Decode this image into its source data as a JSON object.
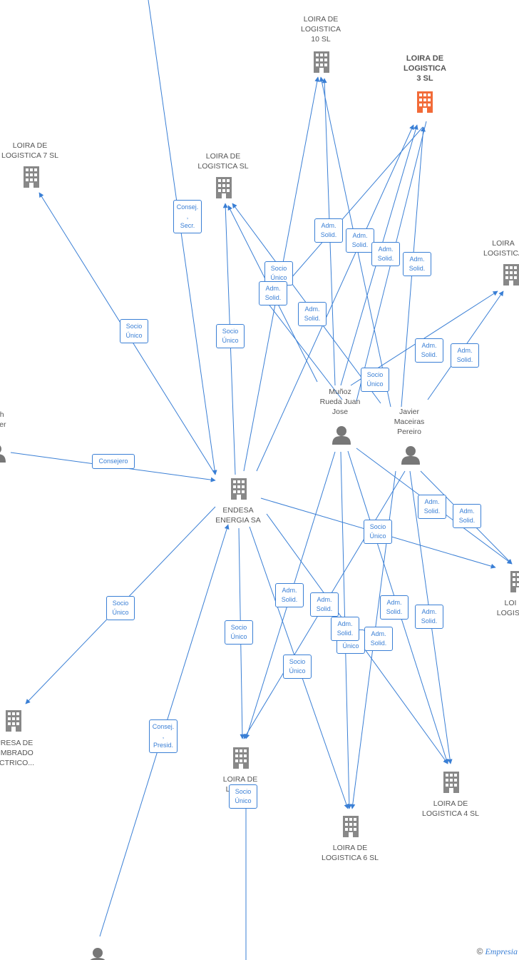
{
  "colors": {
    "edge": "#3a7fd5",
    "node": "#888888",
    "highlight": "#f26b38",
    "person": "#777777"
  },
  "nodes": [
    {
      "id": "loira10",
      "type": "company",
      "label": "LOIRA DE\nLOGISTICA\n10  SL"
    },
    {
      "id": "loira3",
      "type": "company",
      "label": "LOIRA DE\nLOGISTICA\n3  SL",
      "highlight": true
    },
    {
      "id": "loira7",
      "type": "company",
      "label": "LOIRA DE\nLOGISTICA 7  SL"
    },
    {
      "id": "loiraSL",
      "type": "company",
      "label": "LOIRA DE\nLOGISTICA  SL"
    },
    {
      "id": "loiraRight1",
      "type": "company",
      "label": "LOIRA\nLOGISTICA"
    },
    {
      "id": "endesa",
      "type": "company",
      "label": "ENDESA\nENERGIA SA"
    },
    {
      "id": "munoz",
      "type": "person",
      "label": "Muñoz\nRueda Juan\nJose"
    },
    {
      "id": "javier",
      "type": "person",
      "label": "Javier\nMaceiras\nPereiro"
    },
    {
      "id": "leftPerson",
      "type": "person",
      "label": "ch\nvier"
    },
    {
      "id": "loiraRight2",
      "type": "company",
      "label": "LOI\nLOGIST"
    },
    {
      "id": "empresa",
      "type": "company",
      "label": "PRESA DE\nUMBRADO\nECTRICO..."
    },
    {
      "id": "loiraMid",
      "type": "company",
      "label": "LOIRA DE\nLOGI        SL"
    },
    {
      "id": "loira4",
      "type": "company",
      "label": "LOIRA DE\nLOGISTICA 4  SL"
    },
    {
      "id": "loira6",
      "type": "company",
      "label": "LOIRA DE\nLOGISTICA 6  SL"
    },
    {
      "id": "bottomPerson",
      "type": "person",
      "label": ""
    }
  ],
  "edges": [
    {
      "from": "top",
      "to": "endesa",
      "label": "Consej. ,\nSecr."
    },
    {
      "from": "endesa",
      "to": "loira7",
      "label": "Socio\nÚnico"
    },
    {
      "from": "endesa",
      "to": "loiraSL",
      "label": "Socio\nÚnico"
    },
    {
      "from": "leftPerson",
      "to": "endesa",
      "label": "Consejero"
    },
    {
      "from": "endesa",
      "to": "empresa",
      "label": "Socio\nÚnico"
    },
    {
      "from": "bottomPerson",
      "to": "endesa",
      "label": "Consej. ,\nPresid."
    },
    {
      "from": "endesa",
      "to": "loiraMid",
      "label": "Socio\nÚnico"
    },
    {
      "from": "endesa",
      "to": "loira6",
      "label": "Socio\nÚnico"
    },
    {
      "from": "endesa",
      "to": "loira10",
      "label": "Socio\nÚnico"
    },
    {
      "from": "endesa",
      "to": "loira3",
      "label": "Socio\nÚnico"
    },
    {
      "from": "endesa",
      "to": "loiraRight2",
      "label": "Socio\nÚnico"
    },
    {
      "from": "endesa",
      "to": "loira4",
      "label": "Socio\nÚnico"
    },
    {
      "from": "munoz",
      "to": "loira10",
      "label": "Adm.\nSolid."
    },
    {
      "from": "munoz",
      "to": "loira3",
      "label": "Adm.\nSolid."
    },
    {
      "from": "munoz",
      "to": "loiraSL",
      "label": "Adm.\nSolid."
    },
    {
      "from": "munoz",
      "to": "loiraRight1",
      "label": "Adm.\nSolid."
    },
    {
      "from": "javier",
      "to": "loira10",
      "label": "Adm.\nSolid."
    },
    {
      "from": "javier",
      "to": "loira3",
      "label": "Adm.\nSolid."
    },
    {
      "from": "javier",
      "to": "loiraSL",
      "label": "Adm.\nSolid."
    },
    {
      "from": "javier",
      "to": "loiraRight1",
      "label": "Adm.\nSolid."
    },
    {
      "from": "munoz",
      "to": "loiraRight2",
      "label": "Adm.\nSolid."
    },
    {
      "from": "javier",
      "to": "loiraRight2",
      "label": "Adm.\nSolid."
    },
    {
      "from": "munoz",
      "to": "loiraMid",
      "label": "Adm.\nSolid."
    },
    {
      "from": "javier",
      "to": "loiraMid",
      "label": "Adm.\nSolid."
    },
    {
      "from": "munoz",
      "to": "loira4",
      "label": "Adm.\nSolid."
    },
    {
      "from": "javier",
      "to": "loira4",
      "label": "Adm.\nSolid."
    },
    {
      "from": "munoz",
      "to": "loira6",
      "label": "Adm.\nSolid."
    },
    {
      "from": "javier",
      "to": "loira6",
      "label": "Adm.\nSolid."
    },
    {
      "from": "loiraMid",
      "to": "bottom",
      "label": "Socio\nÚnico"
    }
  ],
  "footer": {
    "copyright": "©",
    "brand": "Empresia"
  }
}
